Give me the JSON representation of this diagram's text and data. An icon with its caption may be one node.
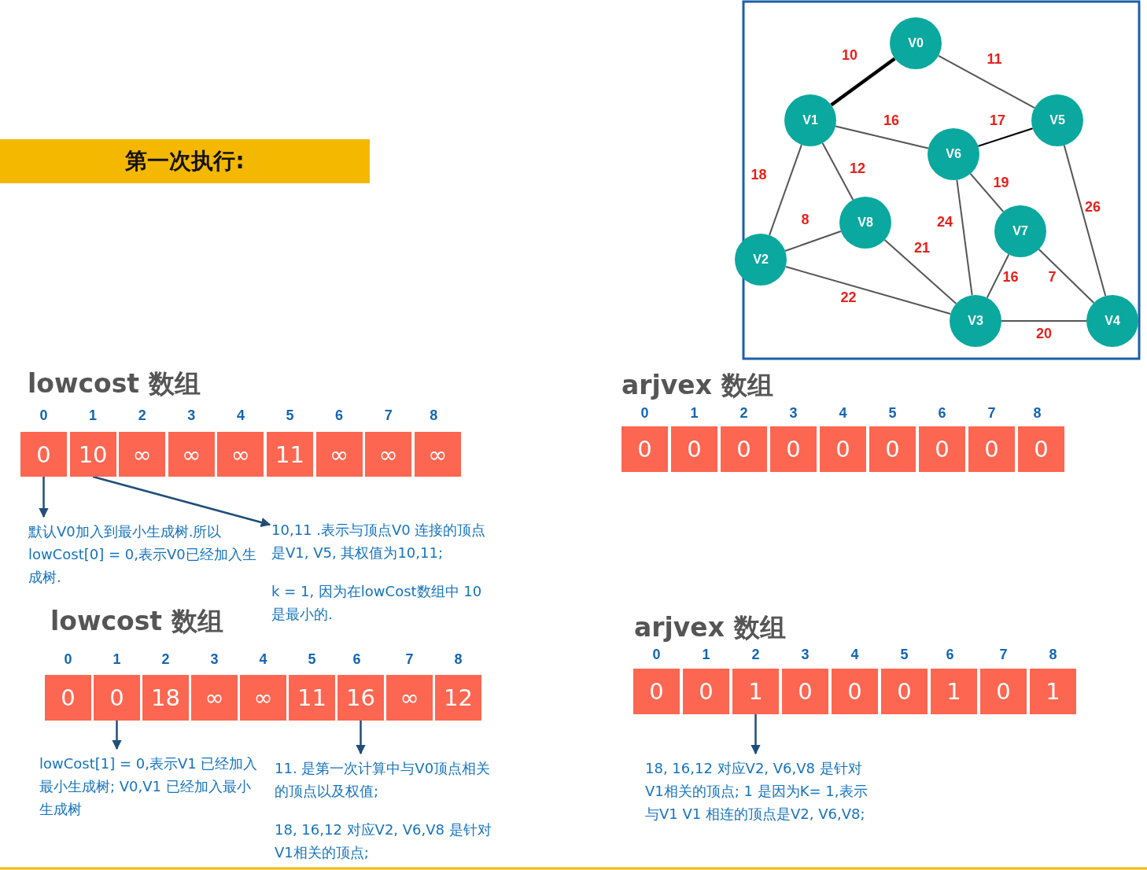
{
  "diagram": {
    "nodes": [
      {
        "text": [
          "第一次执行:"
        ]
      },
      {
        "text": [
          "V0"
        ]
      },
      {
        "text": [
          "V1"
        ]
      },
      {
        "text": [
          "V2"
        ]
      },
      {
        "text": [
          "V3"
        ]
      },
      {
        "text": [
          "V4"
        ]
      },
      {
        "text": [
          "V5"
        ]
      },
      {
        "text": [
          "V6"
        ]
      },
      {
        "text": [
          "V7"
        ]
      },
      {
        "text": [
          "V8"
        ]
      },
      {
        "text": [
          "0"
        ],
        "beside": [
          "0"
        ]
      },
      {
        "text": [
          "10"
        ],
        "beside": [
          "1"
        ]
      },
      {
        "text": [
          "∞"
        ],
        "beside": [
          "2"
        ]
      },
      {
        "text": [
          "∞"
        ],
        "beside": [
          "3"
        ]
      },
      {
        "text": [
          "∞"
        ],
        "beside": [
          "4"
        ]
      },
      {
        "text": [
          "11"
        ],
        "beside": [
          "5"
        ]
      },
      {
        "text": [
          "∞"
        ],
        "beside": [
          "6"
        ]
      },
      {
        "text": [
          "∞"
        ],
        "beside": [
          "7"
        ]
      },
      {
        "text": [
          "∞"
        ],
        "beside": [
          "8"
        ]
      },
      {
        "text": [
          "0"
        ],
        "beside": [
          "0"
        ]
      },
      {
        "text": [
          "0"
        ],
        "beside": [
          "1"
        ]
      },
      {
        "text": [
          "0"
        ],
        "beside": [
          "2"
        ]
      },
      {
        "text": [
          "0"
        ],
        "beside": [
          "3"
        ]
      },
      {
        "text": [
          "0"
        ],
        "beside": [
          "4"
        ]
      },
      {
        "text": [
          "0"
        ],
        "beside": [
          "5"
        ]
      },
      {
        "text": [
          "0"
        ],
        "beside": [
          "6"
        ]
      },
      {
        "text": [
          "0"
        ],
        "beside": [
          "7"
        ]
      },
      {
        "text": [
          "0"
        ],
        "beside": [
          "8"
        ]
      },
      {
        "text": [
          "默认V0加入到最小生成树.所以lowCost[0] = 0,表示V0已经加入生成树."
        ]
      },
      {
        "text": [
          "10,11 .表示与顶点V0 连接的顶点是V1, V5, 其权值为10,11;"
        ]
      },
      {
        "text": [
          "0"
        ],
        "beside": [
          "0"
        ]
      },
      {
        "text": [
          "0"
        ],
        "beside": [
          "1"
        ]
      },
      {
        "text": [
          "18"
        ],
        "beside": [
          "2"
        ]
      },
      {
        "text": [
          "∞"
        ],
        "beside": [
          "3"
        ]
      },
      {
        "text": [
          "∞"
        ],
        "beside": [
          "4"
        ]
      },
      {
        "text": [
          "11"
        ],
        "beside": [
          "5"
        ]
      },
      {
        "text": [
          "16"
        ],
        "beside": [
          "6"
        ]
      },
      {
        "text": [
          "∞"
        ],
        "beside": [
          "7"
        ]
      },
      {
        "text": [
          "12"
        ],
        "beside": [
          "8"
        ]
      },
      {
        "text": [
          "0"
        ],
        "beside": [
          "0"
        ]
      },
      {
        "text": [
          "0"
        ],
        "beside": [
          "1"
        ]
      },
      {
        "text": [
          "1"
        ],
        "beside": [
          "2"
        ]
      },
      {
        "text": [
          "0"
        ],
        "beside": [
          "3"
        ]
      },
      {
        "text": [
          "0"
        ],
        "beside": [
          "4"
        ]
      },
      {
        "text": [
          "0"
        ],
        "beside": [
          "5"
        ]
      },
      {
        "text": [
          "1"
        ],
        "beside": [
          "6"
        ]
      },
      {
        "text": [
          "0"
        ],
        "beside": [
          "7"
        ]
      },
      {
        "text": [
          "1"
        ],
        "beside": [
          "8"
        ]
      },
      {
        "text": [
          "lowCost[1] = 0,表示V1 已经加入最小生成树; V0,V1 已经加入最小生成树"
        ]
      },
      {
        "text": [
          "11. 是第一次计算中与V0顶点相关的顶点以及权值;"
        ]
      },
      {
        "text": [
          "18, 16,12  对应V2, V6,V8 是针对V1相关的顶点; 1 是因为K= 1,表示与V1 V1 相连的顶点是V2, V6,V8;"
        ]
      }
    ],
    "edges": [
      {
        "from": 1,
        "to": 2,
        "arrow": "none",
        "label": "10",
        "style": "thick",
        "color": "#000000"
      },
      {
        "from": 1,
        "to": 6,
        "arrow": "none",
        "label": "11"
      },
      {
        "from": 2,
        "to": 7,
        "arrow": "none",
        "label": "16"
      },
      {
        "from": 7,
        "to": 6,
        "arrow": "none",
        "label": "17",
        "color": "#000000"
      },
      {
        "from": 2,
        "to": 9,
        "arrow": "none",
        "label": "12"
      },
      {
        "from": 2,
        "to": 3,
        "arrow": "none",
        "label": "18"
      },
      {
        "from": 3,
        "to": 9,
        "arrow": "none",
        "label": "8"
      },
      {
        "from": 7,
        "to": 8,
        "arrow": "none",
        "label": "19"
      },
      {
        "from": 7,
        "to": 4,
        "arrow": "none",
        "label": "24"
      },
      {
        "from": 9,
        "to": 4,
        "arrow": "none",
        "label": "21"
      },
      {
        "from": 3,
        "to": 4,
        "arrow": "none",
        "label": "22"
      },
      {
        "from": 8,
        "to": 4,
        "arrow": "none",
        "label": "16"
      },
      {
        "from": 8,
        "to": 5,
        "arrow": "none",
        "label": "7"
      },
      {
        "from": 6,
        "to": 5,
        "arrow": "none",
        "label": "26"
      },
      {
        "from": 4,
        "to": 5,
        "arrow": "none",
        "label": "20"
      },
      {
        "from": 10,
        "to": 28,
        "arrow": "to",
        "color": "#1f4e79"
      },
      {
        "from": 11,
        "to": 29,
        "arrow": "to",
        "color": "#1f4e79"
      },
      {
        "from": 31,
        "to": 48,
        "arrow": "to",
        "color": "#1f4e79"
      },
      {
        "from": 36,
        "to": 49,
        "arrow": "to",
        "color": "#1f4e79"
      },
      {
        "from": 41,
        "to": 50,
        "arrow": "to",
        "color": "#1f4e79"
      }
    ],
    "labels": [
      "lowcost 数组",
      "arjvex 数组",
      "k = 1, 因为在lowCost数组中 10是最小的.",
      "lowcost 数组",
      "arjvex 数组",
      "18, 16,12  对应V2, V6,V8 是针对V1相关的顶点;"
    ]
  }
}
